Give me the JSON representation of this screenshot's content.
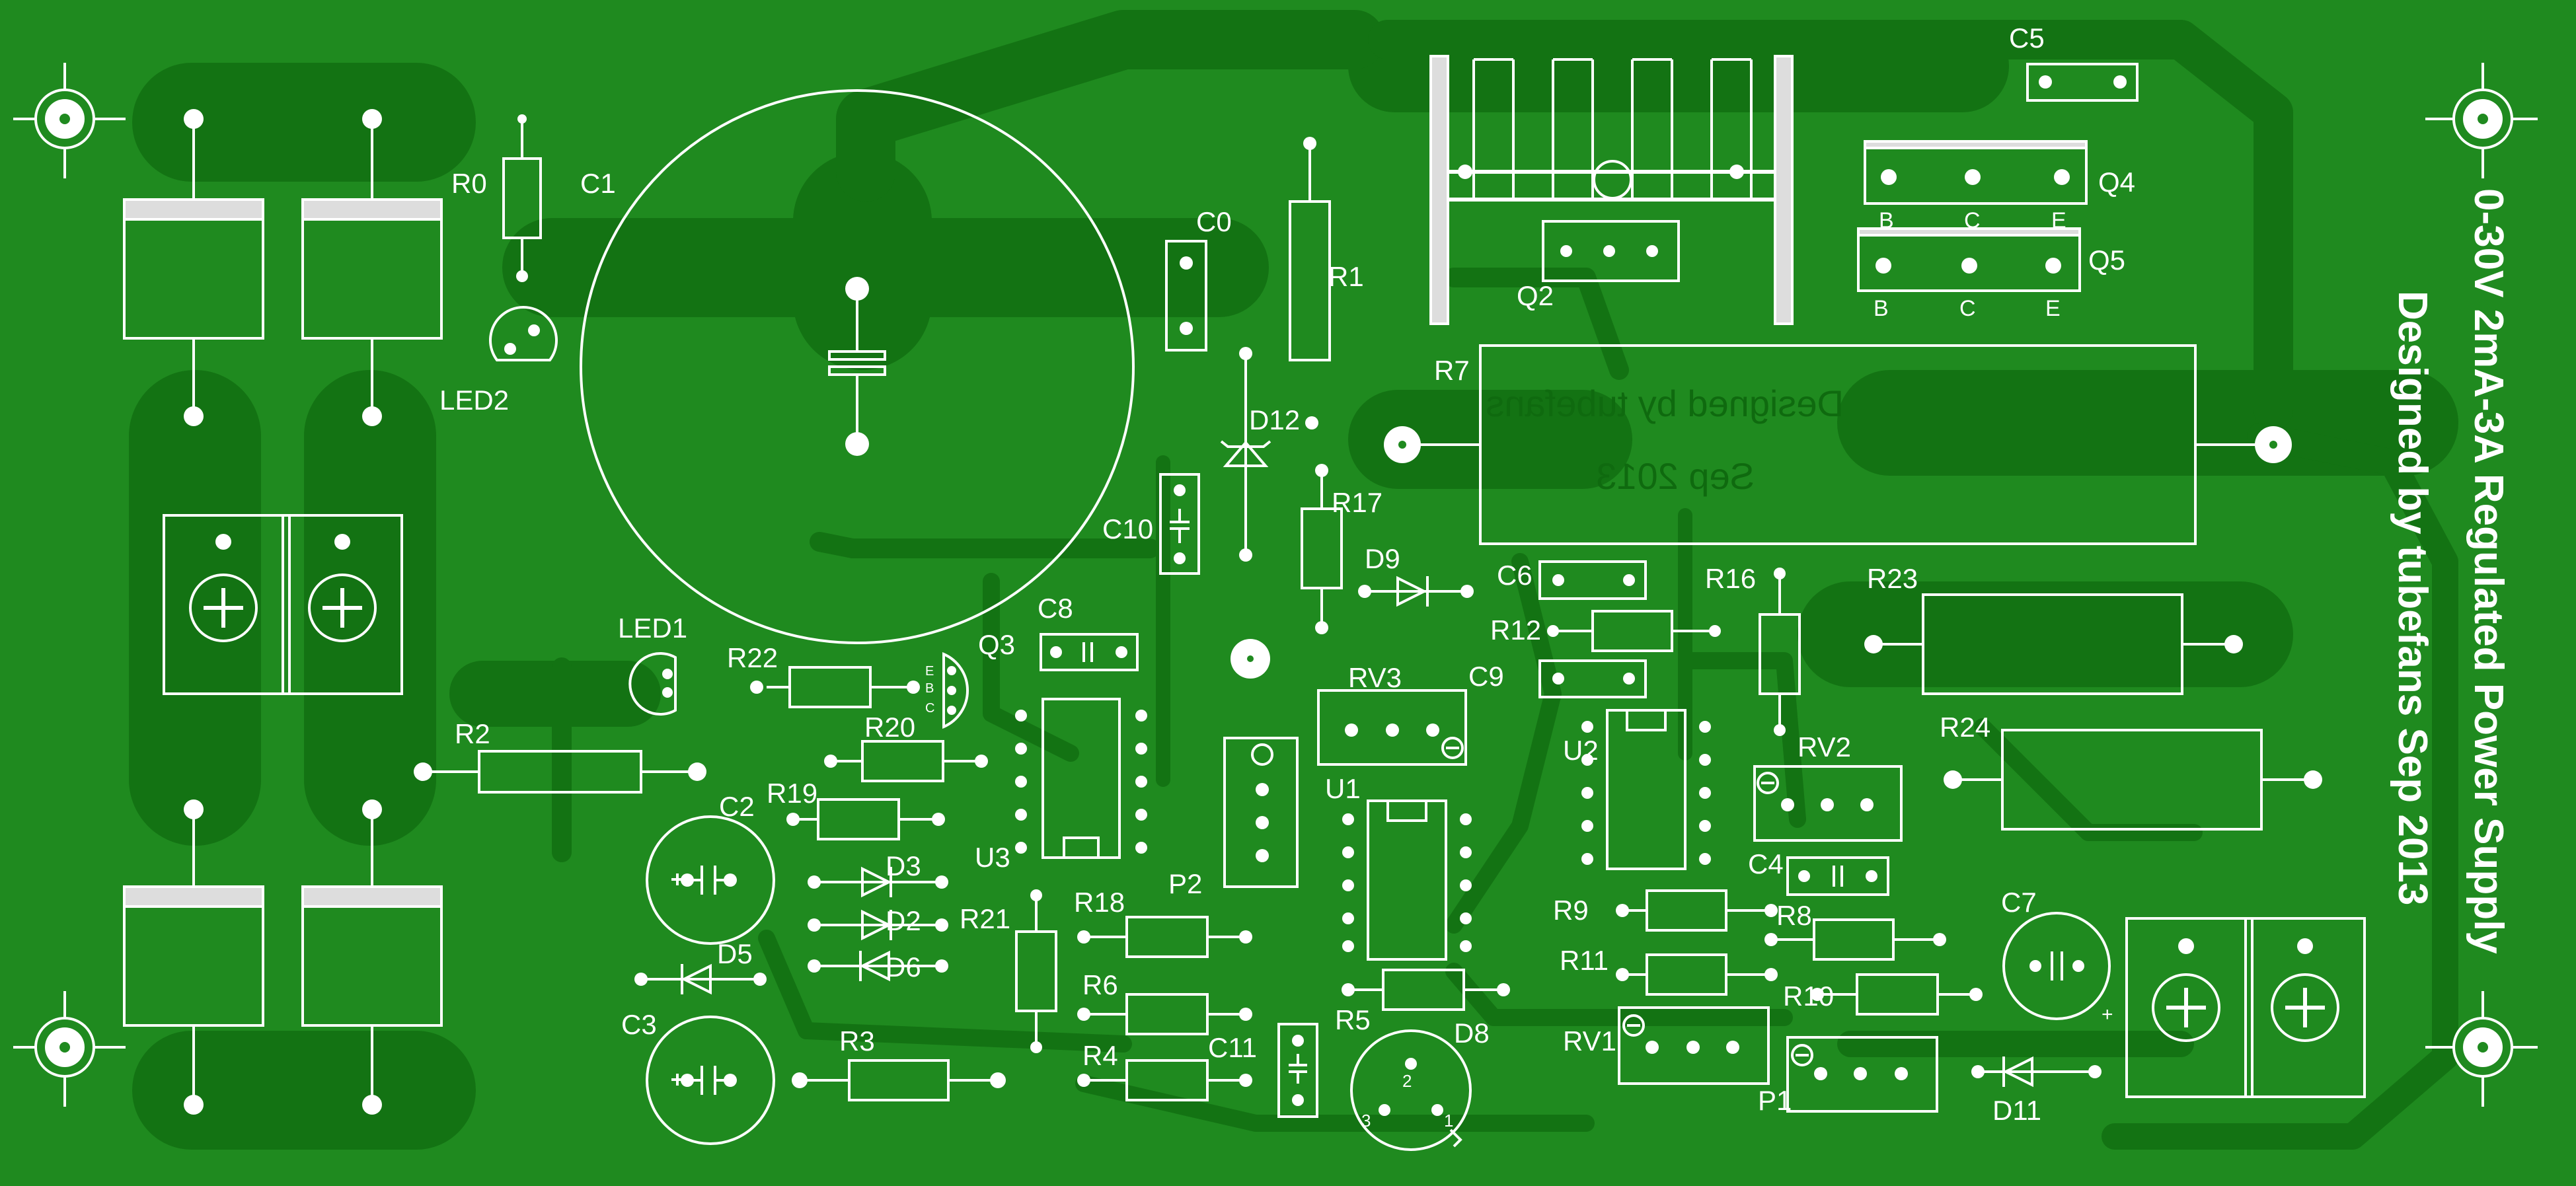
{
  "colors": {
    "board": "#1f8a1f",
    "trace": "#137313",
    "silk": "#ffffff",
    "pad_fill": "#ffffff",
    "ghost_text": "#0f6a0f",
    "body_fill": "#dddddd"
  },
  "title": {
    "line1": "0-30V 2mA-3A Regulated Power Supply",
    "line2": "Designed by tubefans Sep 2013"
  },
  "ghost": {
    "line1": "Designed by tubefans",
    "line2": "Sep 2013"
  },
  "labels": {
    "R0": "R0",
    "C1": "C1",
    "LED2": "LED2",
    "C0": "C0",
    "R1": "R1",
    "D12": "D12",
    "C10": "C10",
    "R17": "R17",
    "C5": "C5",
    "Q4": "Q4",
    "Q5": "Q5",
    "Q2": "Q2",
    "R7": "R7",
    "LED1": "LED1",
    "R22": "R22",
    "Q3": "Q3",
    "C8": "C8",
    "D9": "D9",
    "C6": "C6",
    "R16": "R16",
    "R23": "R23",
    "R12": "R12",
    "C9": "C9",
    "RV3": "RV3",
    "R20": "R20",
    "R2": "R2",
    "R19": "R19",
    "C2": "C2",
    "U3": "U3",
    "U1": "U1",
    "U2": "U2",
    "RV2": "RV2",
    "R24": "R24",
    "C4": "C4",
    "D3": "D3",
    "D2": "D2",
    "D6": "D6",
    "R21": "R21",
    "R18": "R18",
    "P2": "P2",
    "R9": "R9",
    "R8": "R8",
    "C7": "C7",
    "D5": "D5",
    "R11": "R11",
    "R6": "R6",
    "R5": "R5",
    "D8": "D8",
    "R10": "R10",
    "C3": "C3",
    "R3": "R3",
    "R4": "R4",
    "C11": "C11",
    "RV1": "RV1",
    "P1": "P1",
    "D11": "D11"
  },
  "pins": {
    "B": "B",
    "C": "C",
    "E": "E",
    "p1": "1",
    "p2": "2",
    "p3": "3",
    "plus": "+"
  }
}
